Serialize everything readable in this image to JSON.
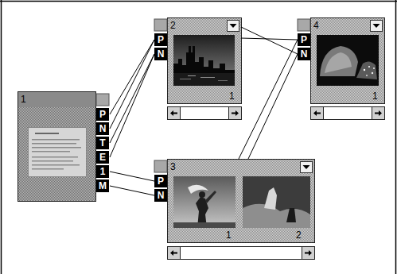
{
  "diagram": {
    "nodes": [
      {
        "text": [
          "1"
        ]
      },
      {
        "text": [
          "2"
        ]
      },
      {
        "text": [
          "3"
        ]
      },
      {
        "text": [
          "4"
        ]
      }
    ],
    "edges": [
      {
        "from": 0,
        "to": 1,
        "arrow": "none"
      },
      {
        "from": 0,
        "to": 1,
        "arrow": "none"
      },
      {
        "from": 0,
        "to": 1,
        "arrow": "none"
      },
      {
        "from": 0,
        "to": 1,
        "arrow": "none"
      },
      {
        "from": 0,
        "to": 2,
        "arrow": "none"
      },
      {
        "from": 0,
        "to": 2,
        "arrow": "none"
      },
      {
        "from": 1,
        "to": 3,
        "arrow": "none"
      },
      {
        "from": 1,
        "to": 3,
        "arrow": "none"
      },
      {
        "from": 2,
        "to": 3,
        "arrow": "none"
      },
      {
        "from": 2,
        "to": 3,
        "arrow": "none"
      }
    ],
    "labels": [
      "P",
      "N",
      "T",
      "E",
      "1",
      "M",
      "P",
      "N",
      "1",
      "P",
      "N",
      "1",
      "2",
      "P",
      "N",
      "1"
    ]
  }
}
